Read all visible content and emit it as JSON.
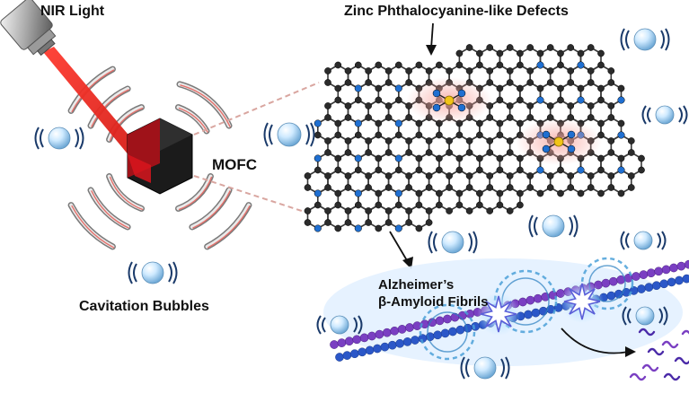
{
  "labels": {
    "nir_light": "NIR Light",
    "zinc_defects": "Zinc Phthalocyanine-like Defects",
    "mofc": "MOFC",
    "cavitation": "Cavitation Bubbles",
    "alzheimers_line1": "Alzheimer’s",
    "alzheimers_line2": "β-Amyloid Fibrils"
  },
  "colors": {
    "carbon_atom": "#2b2b2b",
    "nitrogen_atom": "#1f6fd1",
    "zinc_atom": "#f2c418",
    "laser": "#e8221b",
    "crystal": "#1a1a1a",
    "crystal_red": "#b3131a",
    "fibril_blue": "#2b57c8",
    "fibril_purple": "#7a3fc2",
    "bubble": "#bfe4ff",
    "wave_arc": "#9a9a9a",
    "fragment": "#4a2aa8"
  },
  "icons": [
    "laser-objective-icon",
    "cavitation-bubble-icon",
    "explosion-star-icon",
    "peptide-fragment-icon"
  ]
}
